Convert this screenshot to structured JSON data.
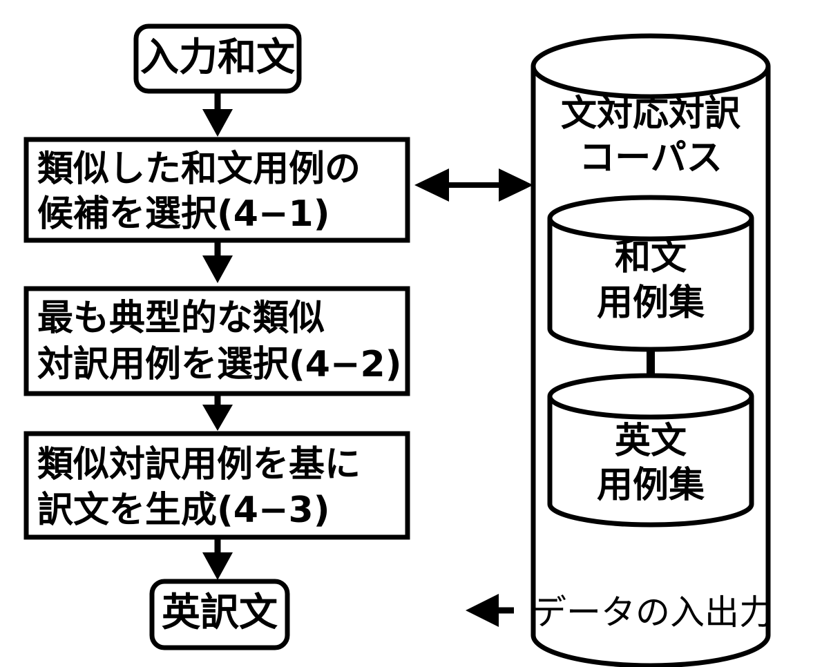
{
  "flow": {
    "input": "入力和文",
    "step1": {
      "line1": "類似した和文用例の",
      "line2": "候補を選択(4−1)"
    },
    "step2": {
      "line1": "最も典型的な類似",
      "line2": "対訳用例を選択(4−2)"
    },
    "step3": {
      "line1": "類似対訳用例を基に",
      "line2": "訳文を生成(4−3)"
    },
    "output": "英訳文"
  },
  "corpus": {
    "title_line1": "文対応対訳",
    "title_line2": "コーパス",
    "japanese": {
      "line1": "和文",
      "line2": "用例集"
    },
    "english": {
      "line1": "英文",
      "line2": "用例集"
    }
  },
  "legend": {
    "label": "データの入出力"
  }
}
